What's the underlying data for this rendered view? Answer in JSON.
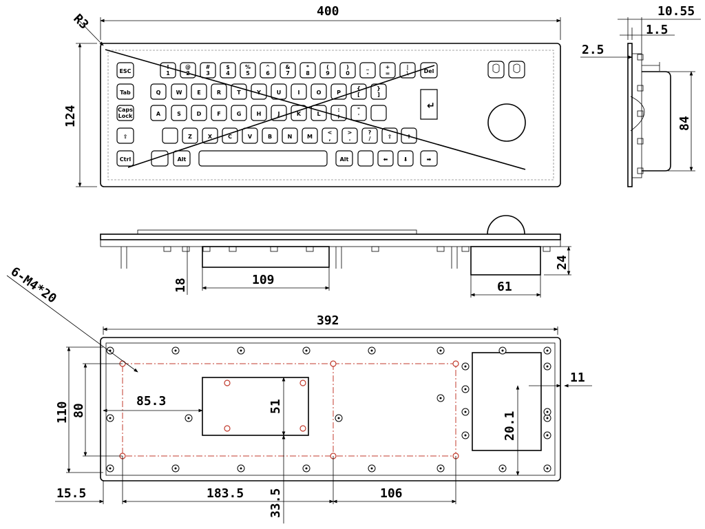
{
  "dimensions": {
    "top_width": "400",
    "corner_radius": "R3",
    "height_total": "124",
    "side_total": "10.55",
    "side_thick": "1.5",
    "side_offset": "2.5",
    "side_height": "84",
    "front_depth": "18",
    "front_box_width": "109",
    "front_ball_height": "24",
    "front_ball_width": "61",
    "holes": "6-M4*20",
    "bottom_width": "392",
    "bottom_height": "110",
    "hole_spacing_v": "80",
    "inner_x": "85.3",
    "box_height": "51",
    "ball_offset": "11",
    "ball_box": "20.1",
    "left_margin": "15.5",
    "hole_span_1": "183.5",
    "hole_span_2": "106",
    "box_offset": "33.5"
  },
  "keyboard": {
    "rows": [
      [
        "ESC",
        "!\n1",
        "@\n2",
        "#\n3",
        "$\n4",
        "%\n5",
        "^\n6",
        "&\n7",
        "*\n8",
        "(\n9",
        ")\n0",
        "_\n-",
        "+\n=",
        "|\n\\",
        "Del"
      ],
      [
        "Tab",
        "Q",
        "W",
        "E",
        "R",
        "T",
        "Y",
        "U",
        "I",
        "O",
        "P",
        "{\n[",
        "}\n]"
      ],
      [
        "Caps\nLock",
        "A",
        "S",
        "D",
        "F",
        "G",
        "H",
        "J",
        "K",
        "L",
        ":\n;",
        "\"\n'",
        ""
      ],
      [
        "⇧",
        "",
        "Z",
        "X",
        "C",
        "V",
        "B",
        "N",
        "M",
        "<\n,",
        ">\n.",
        "?\n/",
        "⇧",
        "⇑"
      ],
      [
        "Ctrl",
        "",
        "Alt",
        "",
        "Alt",
        "",
        "⬅",
        "⬇",
        "➡"
      ]
    ],
    "enter_key": "↵"
  }
}
